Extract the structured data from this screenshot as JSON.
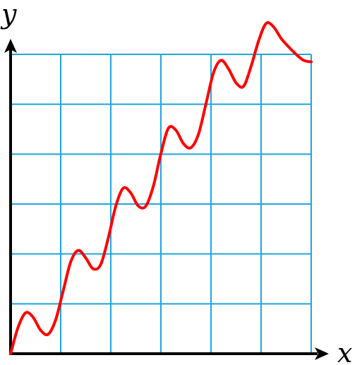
{
  "chart_data": {
    "type": "line",
    "title": "",
    "xlabel": "x",
    "ylabel": "y",
    "xlim": [
      0,
      6
    ],
    "ylim": [
      0,
      6
    ],
    "grid": true,
    "legend": "none",
    "series": [
      {
        "values_note_free": true,
        "x": [
          0,
          0.15,
          0.3,
          0.45,
          0.6,
          0.75,
          0.9,
          1.05,
          1.2,
          1.35,
          1.5,
          1.65,
          1.8,
          1.95,
          2.1,
          2.25,
          2.4,
          2.55,
          2.7,
          2.85,
          3.0,
          3.15,
          3.3,
          3.45,
          3.6,
          3.75,
          3.9,
          4.05,
          4.2,
          4.35,
          4.5,
          4.65,
          4.8,
          4.95,
          5.1,
          5.25,
          5.4,
          5.55,
          5.7,
          5.85,
          6.0
        ],
        "y": [
          0.0,
          0.53,
          0.82,
          0.73,
          0.47,
          0.39,
          0.68,
          1.26,
          1.84,
          2.07,
          1.92,
          1.7,
          1.79,
          2.32,
          2.96,
          3.32,
          3.22,
          2.96,
          2.96,
          3.36,
          4.01,
          4.52,
          4.48,
          4.21,
          4.13,
          4.4,
          5.01,
          5.63,
          5.88,
          5.71,
          5.43,
          5.36,
          5.76,
          6.27,
          6.62,
          6.55,
          6.32,
          6.15,
          6.0,
          5.88,
          5.85
        ]
      }
    ],
    "colors": {
      "grid": "#1fa5dc",
      "curve": "#ff0000",
      "axes": "#000000"
    }
  }
}
